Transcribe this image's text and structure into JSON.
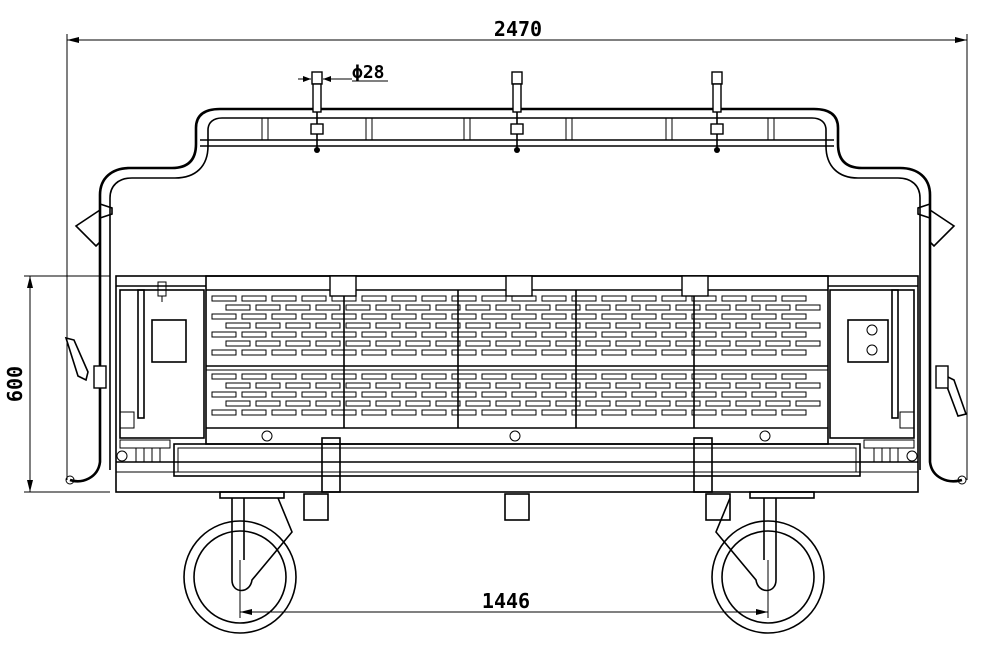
{
  "dimensions": {
    "overall_width": "2470",
    "height": "600",
    "wheel_spacing": "1446",
    "pipe_diameter": "ϕ28"
  }
}
